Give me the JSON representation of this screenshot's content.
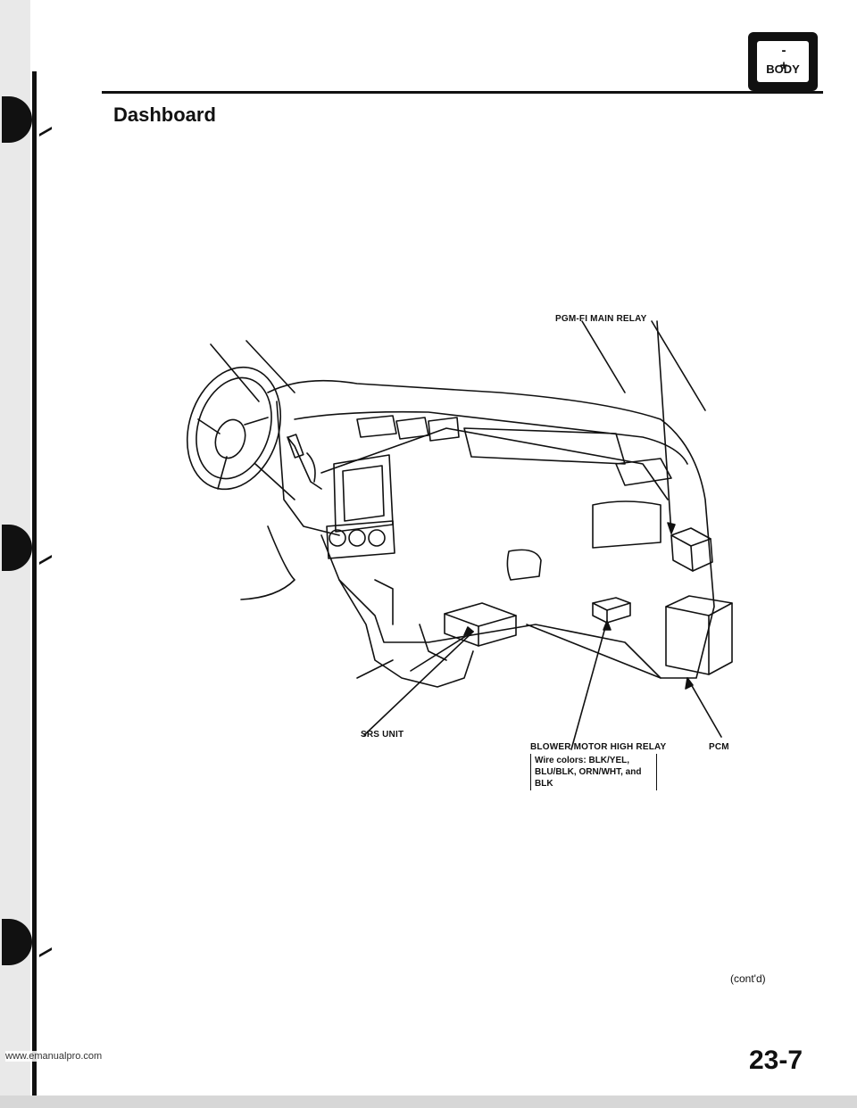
{
  "badge": {
    "terminals": "- +",
    "label": "BODY"
  },
  "section": {
    "title": "Dashboard"
  },
  "callouts": {
    "pgm_fi": "PGM-FI MAIN RELAY",
    "srs": "SRS UNIT",
    "blower": "BLOWER MOTOR HIGH RELAY",
    "wire_line1": "Wire colors: BLK/YEL,",
    "wire_line2": "BLU/BLK, ORN/WHT, and BLK",
    "pcm": "PCM"
  },
  "footer": {
    "contd": "(cont'd)",
    "page_number": "23-7",
    "url": "www.emanualpro.com"
  }
}
